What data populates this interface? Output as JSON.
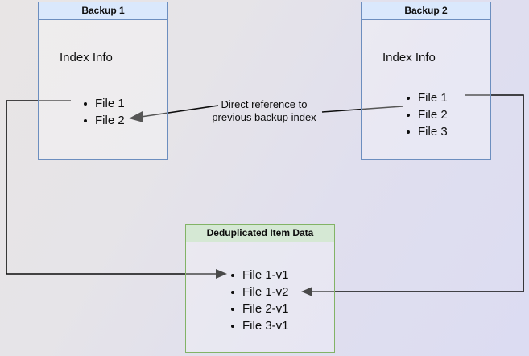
{
  "diagram": {
    "title_hidden": "",
    "background": {
      "from": "#e8e5e5",
      "to": "#dcdcf2"
    },
    "colors": {
      "blue_border": "#6c8ebf",
      "blue_fill": "#dae8fc",
      "green_border": "#82b366",
      "green_fill": "#d5e8d4",
      "edge": "#0d0d0d",
      "text": "#0d0d0d"
    },
    "nodes": {
      "backup1": {
        "header": "Backup 1",
        "subtitle": "Index Info",
        "items": [
          "File 1",
          "File 2"
        ]
      },
      "backup2": {
        "header": "Backup 2",
        "subtitle": "Index Info",
        "items": [
          "File 1",
          "File 2",
          "File 3"
        ]
      },
      "dedup": {
        "header": "Deduplicated Item Data",
        "items": [
          "File 1-v1",
          "File 1-v2",
          "File 2-v1",
          "File 3-v1"
        ]
      }
    },
    "labels": {
      "direct_reference": "Direct reference to\nprevious backup index"
    }
  }
}
